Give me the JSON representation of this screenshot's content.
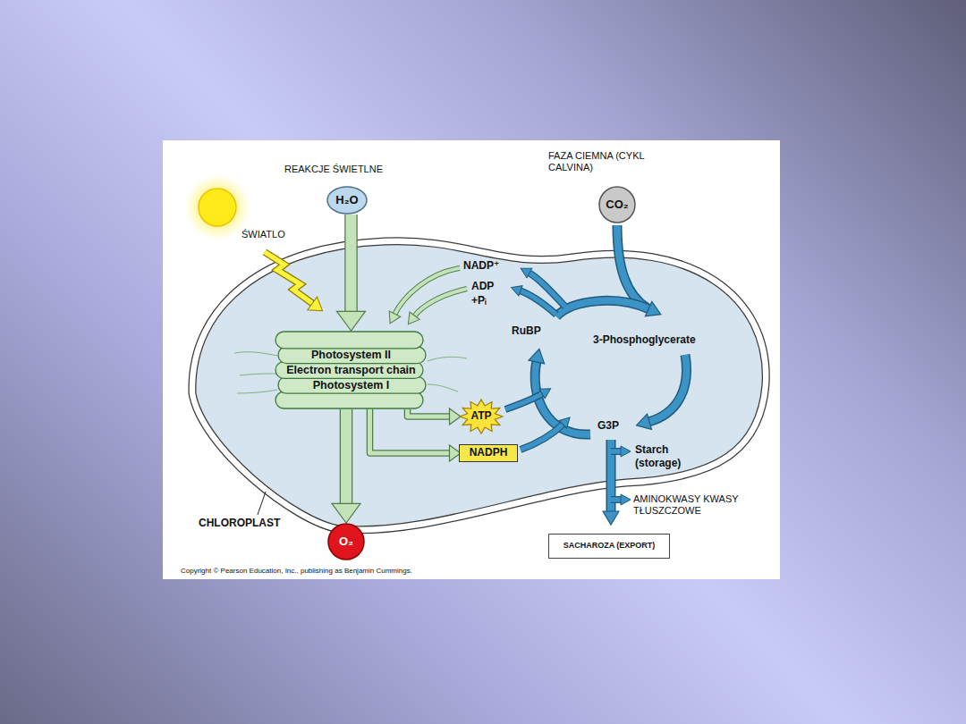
{
  "diagram": {
    "nodes": [
      {
        "text": [
          "H₂O"
        ]
      },
      {
        "text": [
          "CO₂"
        ]
      },
      {
        "text": [
          "CHLOROPLAST"
        ]
      },
      {
        "text": [
          "Photosystem II",
          "Electron transport chain",
          "Photosystem I"
        ],
        "in": 2
      },
      {
        "text": [
          "ATP"
        ],
        "in": 2
      },
      {
        "text": [
          "NADPH"
        ],
        "in": 2
      },
      {
        "text": [
          "O₂"
        ]
      },
      {
        "text": [
          "SACHAROZA (EXPORT)"
        ]
      }
    ],
    "edges": [
      {
        "from": 0,
        "to": 3,
        "arrow": "to"
      },
      {
        "from": 3,
        "to": 6,
        "arrow": "to"
      },
      {
        "from": 3,
        "to": 4,
        "arrow": "to"
      },
      {
        "from": 3,
        "to": 5,
        "arrow": "to"
      }
    ],
    "labels": [
      "REAKCJE ŚWIETLNE",
      "FAZA CIEMNA (CYKL CALVINA)",
      "ŚWIATLO",
      "NADP⁺",
      "ADP",
      "+Pᵢ",
      "RuBP",
      "3-Phosphoglycerate",
      "G3P",
      "Starch (storage)",
      "AMINOKWASY KWASY TŁUSZCZOWE",
      "Copyright © Pearson Education, Inc., publishing as Benjamin Cummings."
    ]
  }
}
